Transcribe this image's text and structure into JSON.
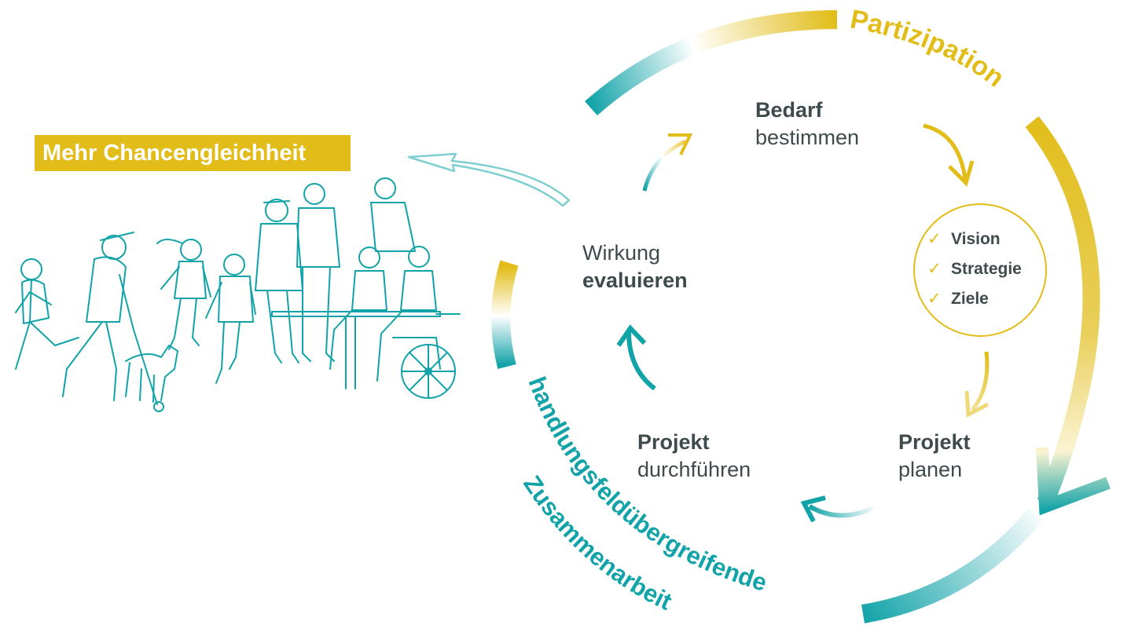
{
  "headline": "Mehr Chancengleichheit",
  "ring_labels": {
    "top": "Partizipation",
    "bottom_line1": "handlungsfeldübergreifende",
    "bottom_line2": "Zusammenarbeit"
  },
  "steps": {
    "bedarf": {
      "line1": "Bedarf",
      "line2": "bestimmen"
    },
    "wirkung": {
      "line1": "Wirkung",
      "line2": "evaluieren"
    },
    "durchfuehren": {
      "line1": "Projekt",
      "line2": "durchführen"
    },
    "planen": {
      "line1": "Projekt",
      "line2": "planen"
    }
  },
  "goals": [
    "Vision",
    "Strategie",
    "Ziele"
  ],
  "colors": {
    "yellow": "#e2bd1a",
    "teal": "#12a3a8",
    "text": "#3f4a4d"
  },
  "icons": {
    "check": "check-icon",
    "people": "people-illustration"
  }
}
